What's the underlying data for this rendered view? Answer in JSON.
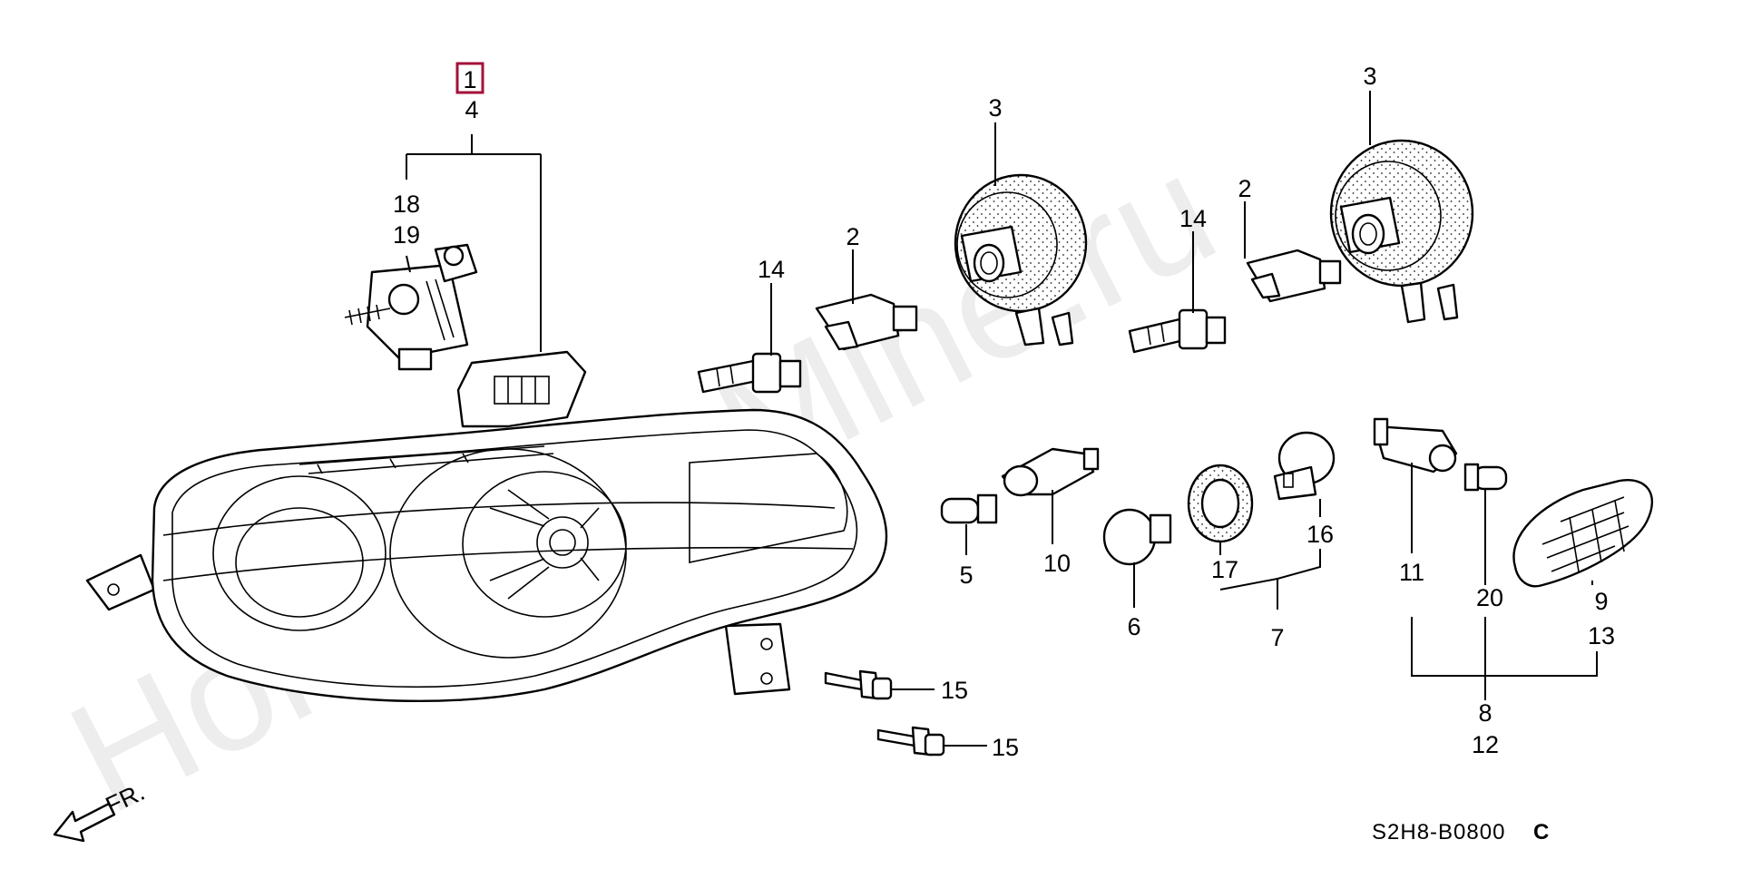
{
  "watermark": "HondaCarMine.ru",
  "diagram_code": "S2H8-B0800",
  "diagram_code_suffix": "C",
  "front_marker": "FR.",
  "selected_callout": "1",
  "callouts": {
    "c4": "4",
    "c18": "18",
    "c19": "19",
    "c3a": "3",
    "c3b": "3",
    "c14a": "14",
    "c14b": "14",
    "c2a": "2",
    "c2b": "2",
    "c5": "5",
    "c10": "10",
    "c6": "6",
    "c17": "17",
    "c16": "16",
    "c7": "7",
    "c11": "11",
    "c20": "20",
    "c9": "9",
    "c13": "13",
    "c8": "8",
    "c12": "12",
    "c15a": "15",
    "c15b": "15"
  },
  "colors": {
    "selected_box": "#a3123a",
    "watermark": "#d8d8d8"
  }
}
